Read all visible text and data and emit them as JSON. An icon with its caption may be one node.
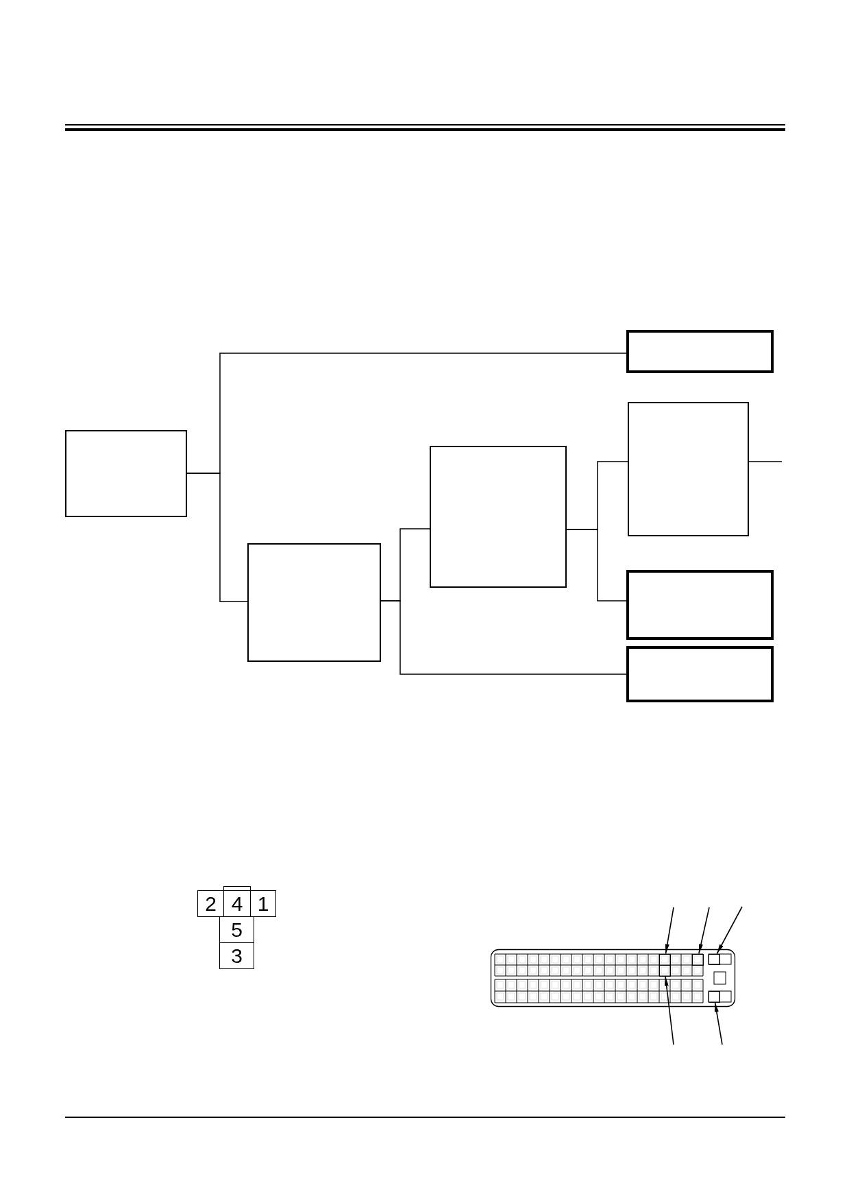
{
  "diagram": {
    "nodes": [
      {
        "text": [],
        "shape": "box"
      },
      {
        "text": [],
        "shape": "box"
      },
      {
        "text": [],
        "shape": "box"
      },
      {
        "text": [],
        "shape": "box"
      },
      {
        "text": [],
        "shape": "box"
      },
      {
        "text": [],
        "shape": "box"
      },
      {
        "text": [],
        "shape": "box"
      },
      {
        "text": [],
        "shape": "box"
      },
      {
        "text": [],
        "shape": "box"
      },
      {
        "text": [],
        "shape": "box"
      },
      {
        "text": [],
        "shape": "box"
      },
      {
        "text": [],
        "shape": "box"
      }
    ],
    "edges": [
      {
        "from": 0,
        "to": 1,
        "arrow": "none"
      },
      {
        "from": 0,
        "to": 2,
        "arrow": "none"
      },
      {
        "from": 2,
        "to": 3,
        "arrow": "none"
      },
      {
        "from": 2,
        "to": 6,
        "arrow": "none"
      },
      {
        "from": 3,
        "to": 4,
        "arrow": "none"
      },
      {
        "from": 3,
        "to": 5,
        "arrow": "none"
      },
      {
        "from": 4,
        "to": null,
        "arrow": "none"
      },
      {
        "from": null,
        "to": 7,
        "arrow": "to"
      },
      {
        "from": null,
        "to": 8,
        "arrow": "to"
      },
      {
        "from": null,
        "to": 9,
        "arrow": "to"
      },
      {
        "from": null,
        "to": 10,
        "arrow": "to"
      },
      {
        "from": null,
        "to": 11,
        "arrow": "to"
      }
    ],
    "labels": [
      "2",
      "4",
      "1",
      "5",
      "3"
    ]
  }
}
